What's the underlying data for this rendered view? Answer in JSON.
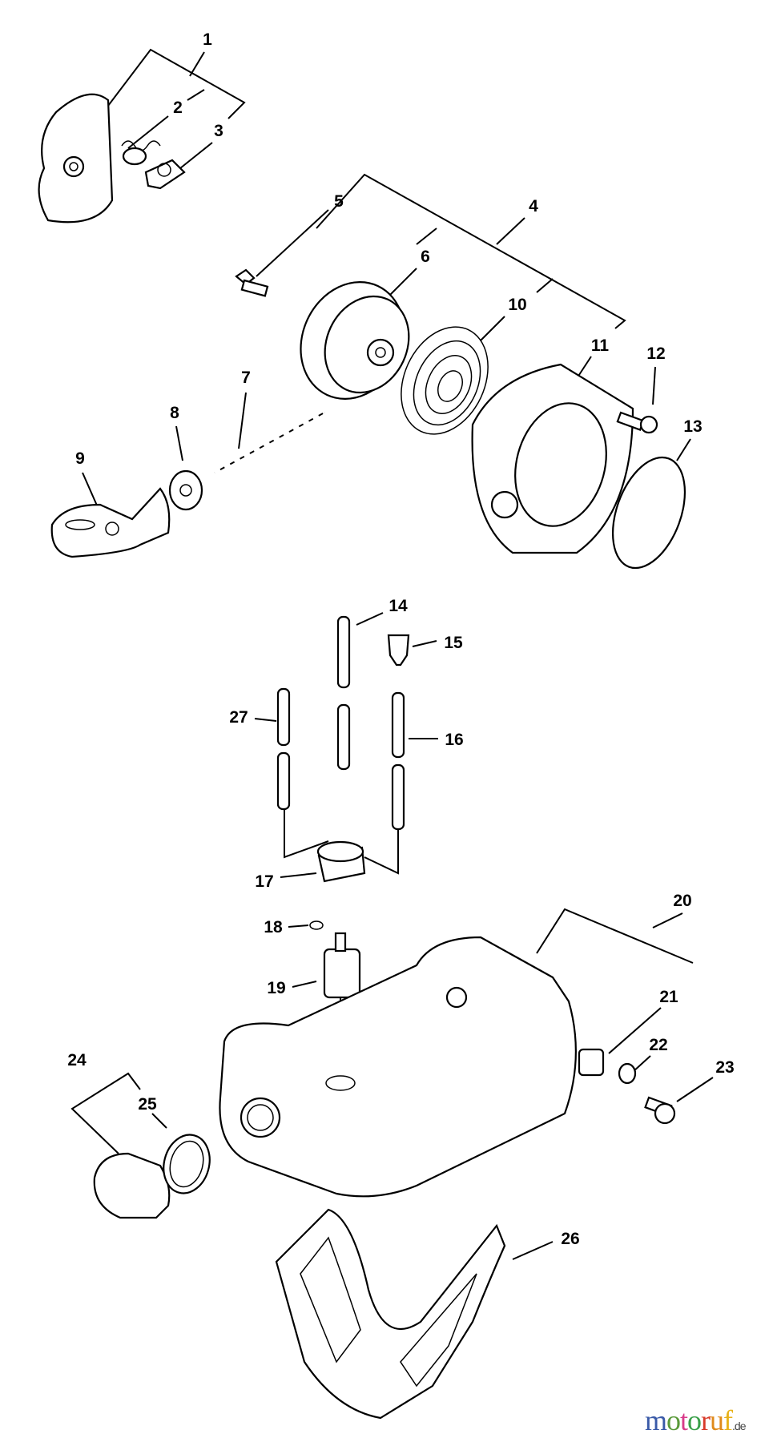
{
  "callouts": {
    "c1": "1",
    "c2": "2",
    "c3": "3",
    "c4": "4",
    "c5": "5",
    "c6": "6",
    "c7": "7",
    "c8": "8",
    "c9": "9",
    "c10": "10",
    "c11": "11",
    "c12": "12",
    "c13": "13",
    "c14": "14",
    "c15": "15",
    "c16": "16",
    "c17": "17",
    "c18": "18",
    "c19": "19",
    "c20": "20",
    "c21": "21",
    "c22": "22",
    "c23": "23",
    "c24": "24",
    "c25": "25",
    "c26": "26",
    "c27": "27"
  },
  "watermark": {
    "letters": [
      "m",
      "o",
      "t",
      "o",
      "r",
      "u",
      "f"
    ],
    "suffix": ".de",
    "colors": [
      "#3a5aa8",
      "#5a9a3a",
      "#d83a8a",
      "#3aa04a",
      "#d83a2a",
      "#e08a1a",
      "#e8b21a"
    ]
  }
}
